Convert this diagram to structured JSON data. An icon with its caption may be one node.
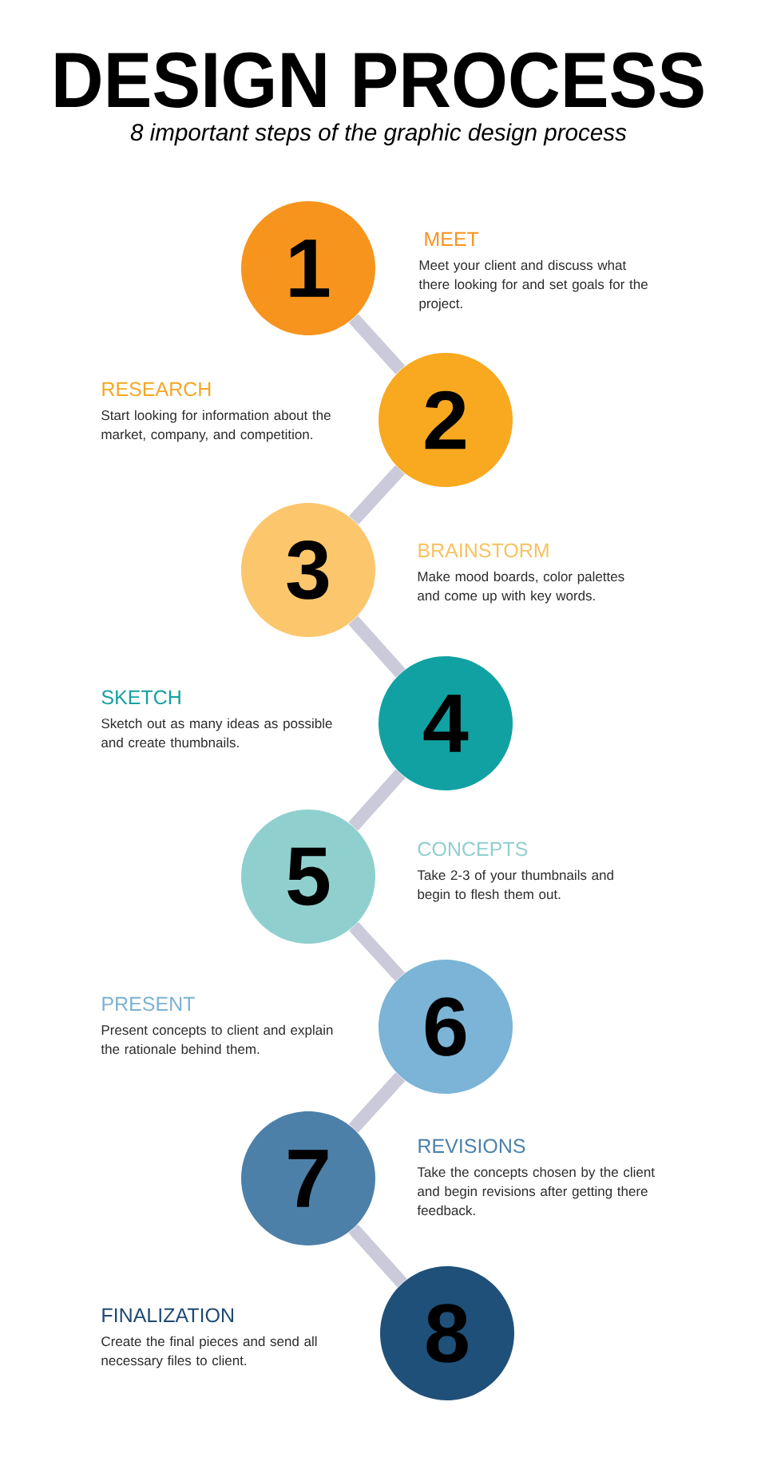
{
  "diagram": {
    "title": "DESIGN PROCESS",
    "nodes": [
      {
        "text": [
          "1"
        ],
        "beside": [
          "MEET",
          "Meet your client and discuss what there looking for and set goals for the project."
        ]
      },
      {
        "text": [
          "2"
        ],
        "beside": [
          "RESEARCH",
          "Start looking for information about the market, company, and competition."
        ]
      },
      {
        "text": [
          "3"
        ],
        "beside": [
          "BRAINSTORM",
          "Make mood boards, color palettes and come up with key words."
        ]
      },
      {
        "text": [
          "4"
        ],
        "beside": [
          "SKETCH",
          "Sketch out as many ideas as possible and create thumbnails."
        ]
      },
      {
        "text": [
          "5"
        ],
        "beside": [
          "CONCEPTS",
          "Take 2-3 of your thumbnails and begin to flesh them out."
        ]
      },
      {
        "text": [
          "6"
        ],
        "beside": [
          "PRESENT",
          "Present concepts to client and explain the rationale behind them."
        ]
      },
      {
        "text": [
          "7"
        ],
        "beside": [
          "REVISIONS",
          "Take the concepts chosen by the client and begin revisions after getting there feedback."
        ]
      },
      {
        "text": [
          "8"
        ],
        "beside": [
          "FINALIZATION",
          "Create the final pieces and send all necessary files to client."
        ]
      }
    ],
    "edges": [
      {
        "from": 0,
        "to": 1,
        "arrow": "none"
      },
      {
        "from": 1,
        "to": 2,
        "arrow": "none"
      },
      {
        "from": 2,
        "to": 3,
        "arrow": "none"
      },
      {
        "from": 3,
        "to": 4,
        "arrow": "none"
      },
      {
        "from": 4,
        "to": 5,
        "arrow": "none"
      },
      {
        "from": 5,
        "to": 6,
        "arrow": "none"
      },
      {
        "from": 6,
        "to": 7,
        "arrow": "none"
      }
    ],
    "labels": [
      "8 important steps of the graphic design process"
    ]
  }
}
